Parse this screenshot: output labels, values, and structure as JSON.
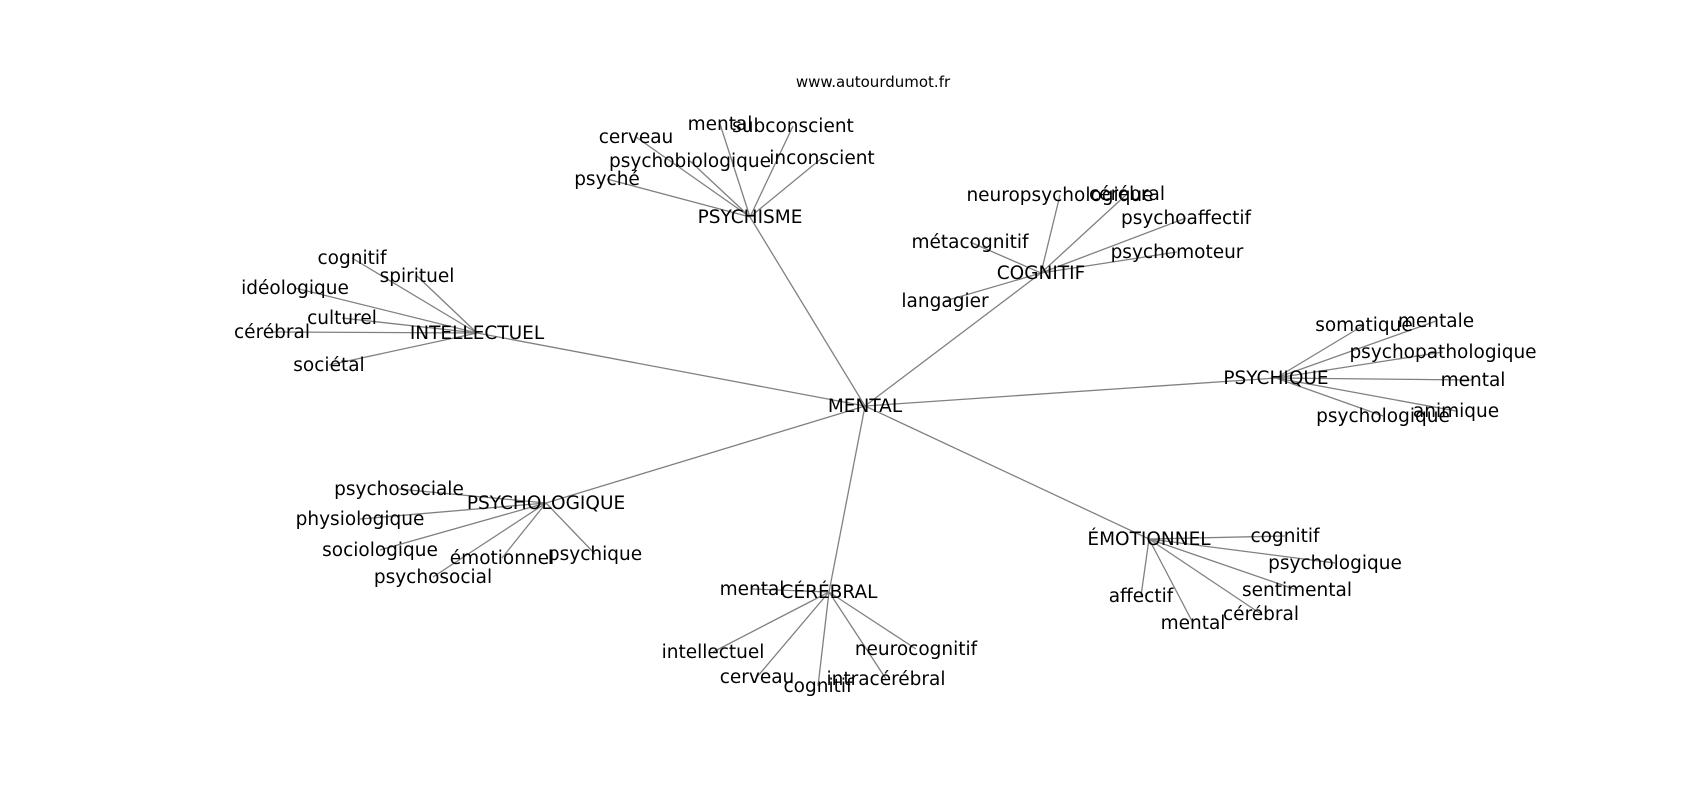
{
  "site_label": "www.autourdumot.fr",
  "root": {
    "id": "root",
    "label": "MENTAL"
  },
  "hubs": [
    {
      "id": "psychisme",
      "label": "PSYCHISME",
      "children": [
        {
          "id": "psychisme-psyche",
          "label": "psyché"
        },
        {
          "id": "psychisme-cerveau",
          "label": "cerveau"
        },
        {
          "id": "psychisme-psychobiologique",
          "label": "psychobiologique"
        },
        {
          "id": "psychisme-mental",
          "label": "mental"
        },
        {
          "id": "psychisme-subconscient",
          "label": "subconscient"
        },
        {
          "id": "psychisme-inconscient",
          "label": "inconscient"
        }
      ]
    },
    {
      "id": "cognitif",
      "label": "COGNITIF",
      "children": [
        {
          "id": "cognitif-neuropsychologique",
          "label": "neuropsychologique"
        },
        {
          "id": "cognitif-cerebral",
          "label": "cérébral"
        },
        {
          "id": "cognitif-psychoaffectif",
          "label": "psychoaffectif"
        },
        {
          "id": "cognitif-metacognitif",
          "label": "métacognitif"
        },
        {
          "id": "cognitif-psychomoteur",
          "label": "psychomoteur"
        },
        {
          "id": "cognitif-langagier",
          "label": "langagier"
        }
      ]
    },
    {
      "id": "intellectuel",
      "label": "INTELLECTUEL",
      "children": [
        {
          "id": "intellectuel-cognitif",
          "label": "cognitif"
        },
        {
          "id": "intellectuel-spirituel",
          "label": "spirituel"
        },
        {
          "id": "intellectuel-ideologique",
          "label": "idéologique"
        },
        {
          "id": "intellectuel-culturel",
          "label": "culturel"
        },
        {
          "id": "intellectuel-cerebral",
          "label": "cérébral"
        },
        {
          "id": "intellectuel-societal",
          "label": "sociétal"
        }
      ]
    },
    {
      "id": "psychique",
      "label": "PSYCHIQUE",
      "children": [
        {
          "id": "psychique-somatique",
          "label": "somatique"
        },
        {
          "id": "psychique-mentale",
          "label": "mentale"
        },
        {
          "id": "psychique-psychopathologique",
          "label": "psychopathologique"
        },
        {
          "id": "psychique-mental",
          "label": "mental"
        },
        {
          "id": "psychique-animique",
          "label": "animique"
        },
        {
          "id": "psychique-psychologique",
          "label": "psychologique"
        }
      ]
    },
    {
      "id": "psychologique",
      "label": "PSYCHOLOGIQUE",
      "children": [
        {
          "id": "psychologique-psychosociale",
          "label": "psychosociale"
        },
        {
          "id": "psychologique-physiologique",
          "label": "physiologique"
        },
        {
          "id": "psychologique-sociologique",
          "label": "sociologique"
        },
        {
          "id": "psychologique-emotionnel",
          "label": "émotionnel"
        },
        {
          "id": "psychologique-psychique",
          "label": "psychique"
        },
        {
          "id": "psychologique-psychosocial",
          "label": "psychosocial"
        }
      ]
    },
    {
      "id": "cerebral",
      "label": "CÉRÉBRAL",
      "children": [
        {
          "id": "cerebral-mental",
          "label": "mental"
        },
        {
          "id": "cerebral-intellectuel",
          "label": "intellectuel"
        },
        {
          "id": "cerebral-cerveau",
          "label": "cerveau"
        },
        {
          "id": "cerebral-cognitif",
          "label": "cognitif"
        },
        {
          "id": "cerebral-intracerebral",
          "label": "intracérébral"
        },
        {
          "id": "cerebral-neurocognitif",
          "label": "neurocognitif"
        }
      ]
    },
    {
      "id": "emotionnel",
      "label": "ÉMOTIONNEL",
      "children": [
        {
          "id": "emotionnel-cognitif",
          "label": "cognitif"
        },
        {
          "id": "emotionnel-psychologique",
          "label": "psychologique"
        },
        {
          "id": "emotionnel-sentimental",
          "label": "sentimental"
        },
        {
          "id": "emotionnel-cerebral",
          "label": "cérébral"
        },
        {
          "id": "emotionnel-mental",
          "label": "mental"
        },
        {
          "id": "emotionnel-affectif",
          "label": "affectif"
        }
      ]
    }
  ],
  "colors": {
    "edge": "#808080",
    "text": "#000000",
    "background": "#ffffff"
  }
}
